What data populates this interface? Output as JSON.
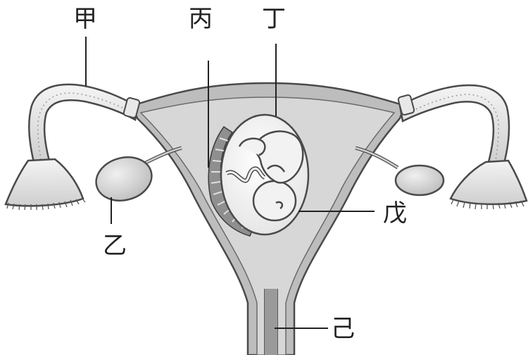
{
  "labels": {
    "jia": "甲",
    "yi": "乙",
    "bing": "丙",
    "ding": "丁",
    "wu": "戊",
    "ji": "己"
  },
  "colors": {
    "outline": "#4a4a4a",
    "tissue_light": "#e6e6e6",
    "tissue_mid": "#c9c9c9",
    "tissue_dark": "#9a9a9a",
    "cavity": "#d7d7d7",
    "fetus": "#f2f2f2"
  }
}
